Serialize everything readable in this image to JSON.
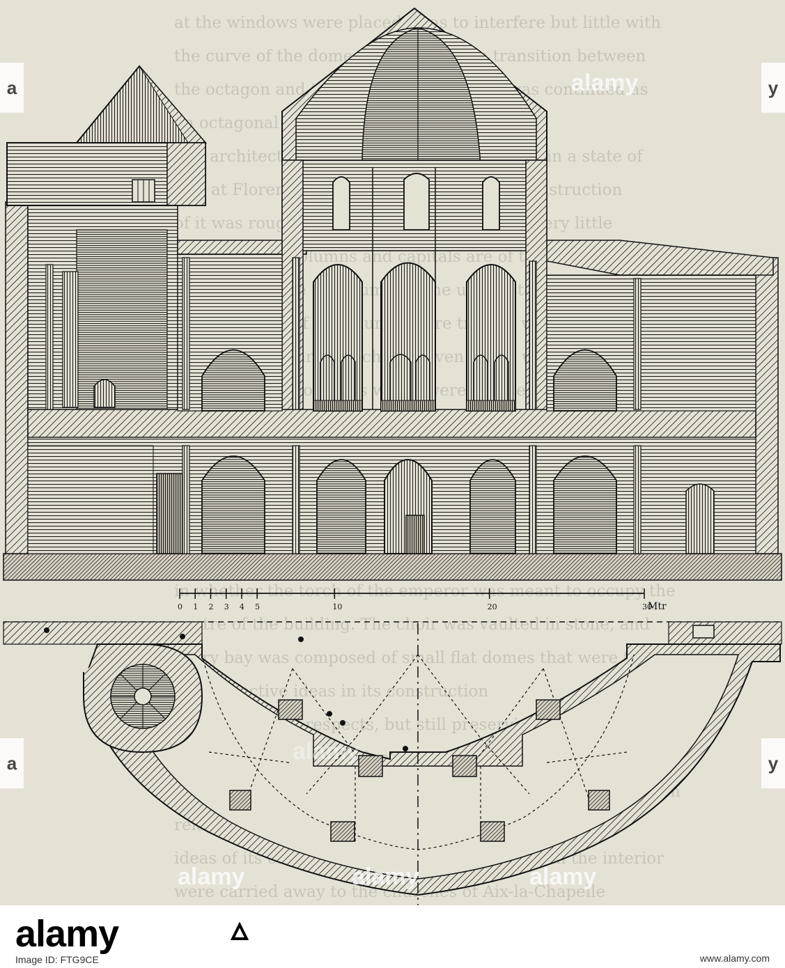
{
  "diagram": {
    "scale": {
      "ticks": [
        "0",
        "1",
        "2",
        "3",
        "4",
        "5",
        "10",
        "20",
        "30"
      ],
      "unit": "Mtr"
    }
  },
  "background_text": [
    "at the windows were placed so as to interfere but little with",
    "the curve of the dome. These were the transition between",
    "the octagon and the inner gallery, which was continued as",
    "an octagonal form of the clerestory windows.",
    "The architectural remains of the building are in a state of",
    "real at Florence rather than at Rome. The construction",
    "of it was rough, and consisted of rubble but very little",
    "presence, the columns and capitals are of the same kind",
    "especially in the triforium and the upper stories",
    "of the interior of the church, were treated with",
    "elegance and care, which has given to the whole",
    "the entire interior walls which were covered with",
    "mosaics on gold ground, and with sheets of marble",
    "panels which remain on the lower parts of the walls",
    "the domes, and the apses, but the paintings",
    "of the drums are no longer to be seen; the paint",
    "has been removed, and the original colour left",
    "in whether the torch of the emperor was meant to occupy the",
    "centre of the building. The choir was vaulted in stone, and",
    "every bay was composed of small flat domes that were the",
    "most effective ideas in its construction",
    "altered in some respects, but still preserving the exception",
    "of the lofty cupola which covers the body of the church",
    "an dome, has been retained, but the exterior and construction",
    "relating to the rest of the interior is now impossible to",
    "ideas of its original effect, but the columns from the interior",
    "were carried away to the churches of Aix-la-Chapelle"
  ],
  "watermark": {
    "brand": "alamy"
  },
  "footer": {
    "brand": "alamy",
    "image_id": "Image ID: FTG9CE",
    "site": "www.alamy.com"
  }
}
